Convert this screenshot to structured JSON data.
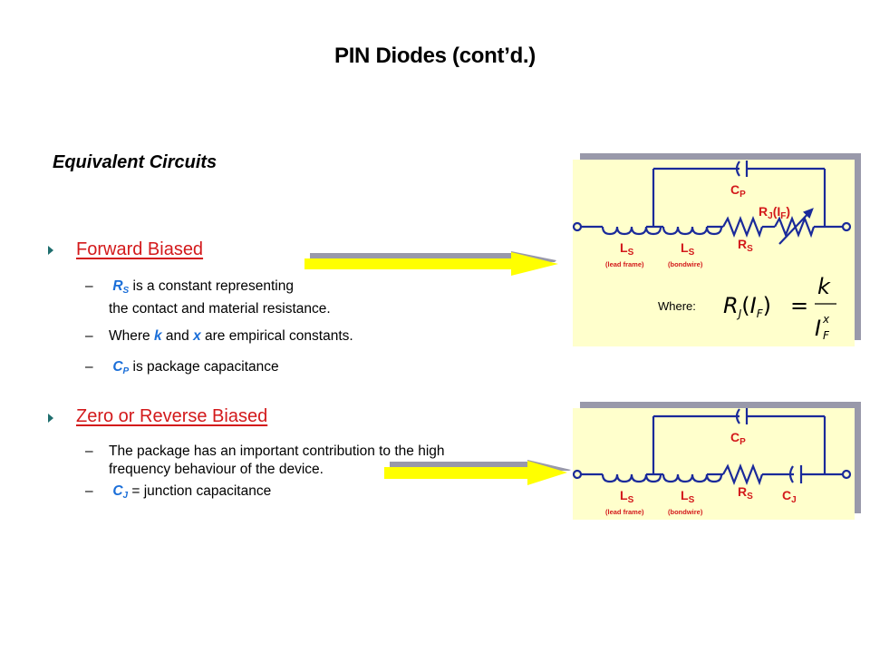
{
  "slide": {
    "title": "PIN Diodes (cont’d.)",
    "section_heading": "Equivalent Circuits"
  },
  "forward": {
    "heading": "Forward Biased",
    "items": [
      {
        "symbol": "R",
        "sub": "S",
        "text": " is a constant representing",
        "cont": "the contact and material resistance."
      },
      {
        "pre": "Where ",
        "k": "k",
        "mid": " and ",
        "x": "x",
        "post": " are empirical constants."
      },
      {
        "symbol": "C",
        "sub": "P",
        "text": " is package capacitance"
      }
    ],
    "circuit": {
      "labels": {
        "ls1": "L",
        "ls1_sub": "S",
        "ls1_note": "(lead frame)",
        "ls2": "L",
        "ls2_sub": "S",
        "ls2_note": "(bondwire)",
        "rs": "R",
        "rs_sub": "S",
        "cp": "C",
        "cp_sub": "P",
        "rj": "R",
        "rj_sub": "J",
        "rj_arg": "(I",
        "rj_arg_sub": "F",
        "rj_close": ")"
      },
      "where_label": "Where:",
      "formula": {
        "lhs_R": "R",
        "lhs_R_sub": "J",
        "lhs_open": "(",
        "lhs_I": "I",
        "lhs_I_sub": "F",
        "lhs_close": ")",
        "equals": "=",
        "numerator": "k",
        "denominator_I": "I",
        "denominator_sub": "F",
        "denominator_sup": "x"
      }
    }
  },
  "reverse": {
    "heading": "Zero or Reverse Biased",
    "items": [
      {
        "text": "The package has an important contribution to the high",
        "cont": "frequency behaviour of the device."
      },
      {
        "symbol": "C",
        "sub": "J",
        "text": " = junction capacitance"
      }
    ],
    "circuit": {
      "labels": {
        "ls1": "L",
        "ls1_sub": "S",
        "ls1_note": "(lead frame)",
        "ls2": "L",
        "ls2_sub": "S",
        "ls2_note": "(bondwire)",
        "rs": "R",
        "rs_sub": "S",
        "cp": "C",
        "cp_sub": "P",
        "cj": "C",
        "cj_sub": "J"
      }
    }
  },
  "colors": {
    "heading_red": "#d3191b",
    "symbol_blue": "#1a6ed8",
    "wire_blue": "#1a2a9a",
    "box_yellow": "#ffffcc",
    "shadow_gray": "#9999aa",
    "arrow_yellow": "#ffff00",
    "bullet_teal": "#1f6e6e"
  }
}
